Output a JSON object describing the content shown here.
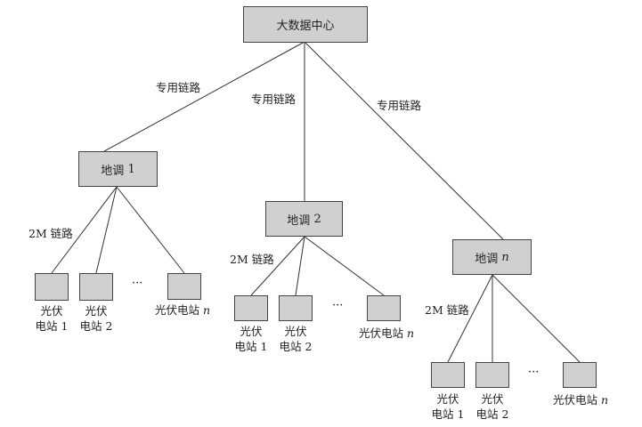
{
  "diagram": {
    "root": {
      "label": "大数据中心"
    },
    "root_link_label": "专用链路",
    "branch_link_label": "2M 链路",
    "ellipsis": "···",
    "dispatch_nodes": [
      {
        "prefix": "地调",
        "index": "1",
        "stations": [
          {
            "line1": "光伏",
            "line2": "电站 1"
          },
          {
            "line1": "光伏",
            "line2": "电站 2"
          },
          {
            "line1": "光伏电站",
            "line2": "n"
          }
        ]
      },
      {
        "prefix": "地调",
        "index": "2",
        "stations": [
          {
            "line1": "光伏",
            "line2": "电站 1"
          },
          {
            "line1": "光伏",
            "line2": "电站 2"
          },
          {
            "line1": "光伏电站",
            "line2": "n"
          }
        ]
      },
      {
        "prefix": "地调",
        "index": "n",
        "stations": [
          {
            "line1": "光伏",
            "line2": "电站 1"
          },
          {
            "line1": "光伏",
            "line2": "电站 2"
          },
          {
            "line1": "光伏电站",
            "line2": "n"
          }
        ]
      }
    ]
  }
}
